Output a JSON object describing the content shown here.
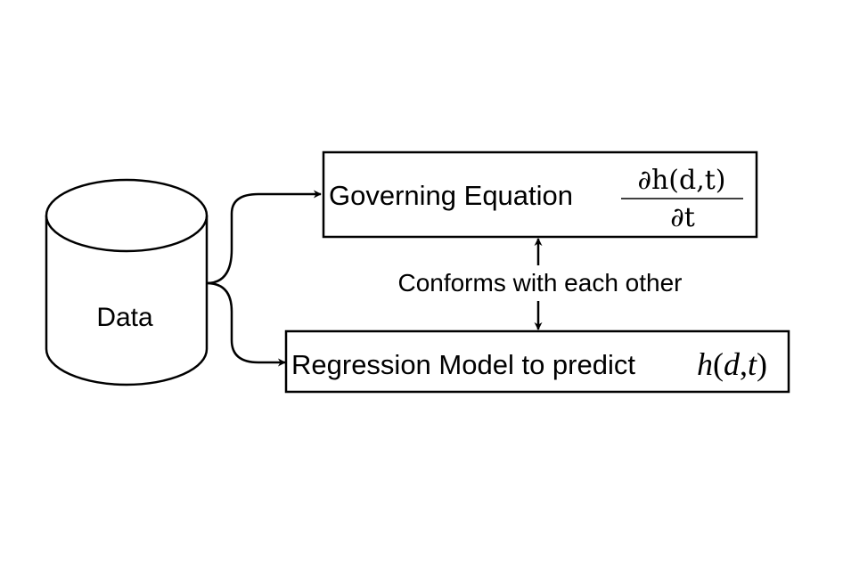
{
  "nodes": {
    "data_store": {
      "label": "Data"
    },
    "governing_equation": {
      "label": "Governing Equation",
      "formula_numerator": "∂h(d,t)",
      "formula_denominator": "∂t"
    },
    "regression_model": {
      "label": "Regression Model to predict",
      "formula_h": "h",
      "formula_open": "(",
      "formula_d": "d",
      "formula_comma": ",",
      "formula_t": "t",
      "formula_close": ")"
    }
  },
  "edges": {
    "conformance": {
      "label": "Conforms with each other"
    }
  }
}
